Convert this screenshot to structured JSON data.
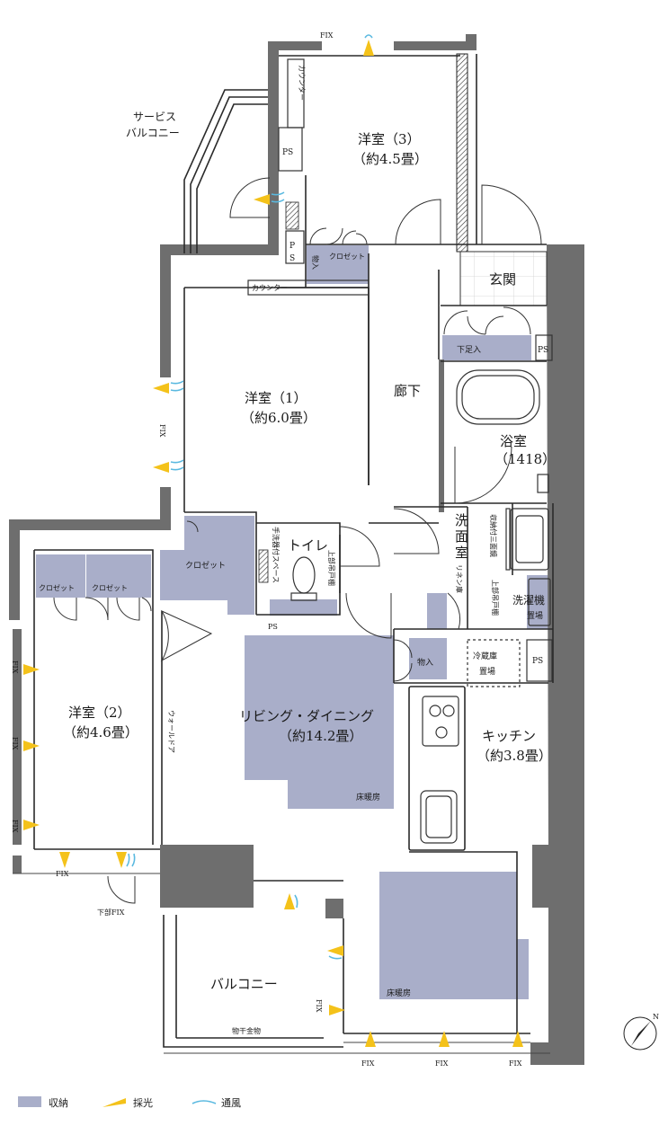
{
  "rooms": {
    "bedroom3_name": "洋室（3）",
    "bedroom3_size": "（約4.5畳）",
    "bedroom1_name": "洋室（1）",
    "bedroom1_size": "（約6.0畳）",
    "bedroom2_name": "洋室（2）",
    "bedroom2_size": "（約4.6畳）",
    "living_name": "リビング・ダイニング",
    "living_size": "（約14.2畳）",
    "kitchen_name": "キッチン",
    "kitchen_size": "（約3.8畳）",
    "bath_name": "浴室",
    "bath_size": "（1418）",
    "entrance": "玄関",
    "hallway": "廊下",
    "toilet": "トイレ",
    "washroom": [
      "洗",
      "面",
      "室"
    ],
    "balcony": "バルコニー",
    "service_balcony_1": "サービス",
    "service_balcony_2": "バルコニー"
  },
  "labels": {
    "counter": "カウンター",
    "closet": "クロゼット",
    "storage": "物入",
    "shoe_storage": "下足入",
    "ps": "PS",
    "p": "P",
    "s": "S",
    "fix": "FIX",
    "lower_fix": "下部FIX",
    "floor_heating": "床暖房",
    "walk_door": "ウォールドア",
    "fridge_1": "冷蔵庫",
    "fridge_2": "置場",
    "washer_1": "洗濯機",
    "washer_2": "置場",
    "linen": "リネン庫",
    "mirror": "収納付三面鏡",
    "upper_shelf": "上部吊戸棚",
    "toilet_shelf": "上部吊戸棚",
    "toilet_space": "手洗器付スペース",
    "laundry_hardware": "物干金物"
  },
  "legend": {
    "storage": "収納",
    "light": "採光",
    "ventilation": "通風"
  },
  "colors": {
    "storage": "#a9aec9",
    "wall": "#6e6e6e",
    "light": "#f4c21a",
    "wind": "#5ab9e0"
  }
}
